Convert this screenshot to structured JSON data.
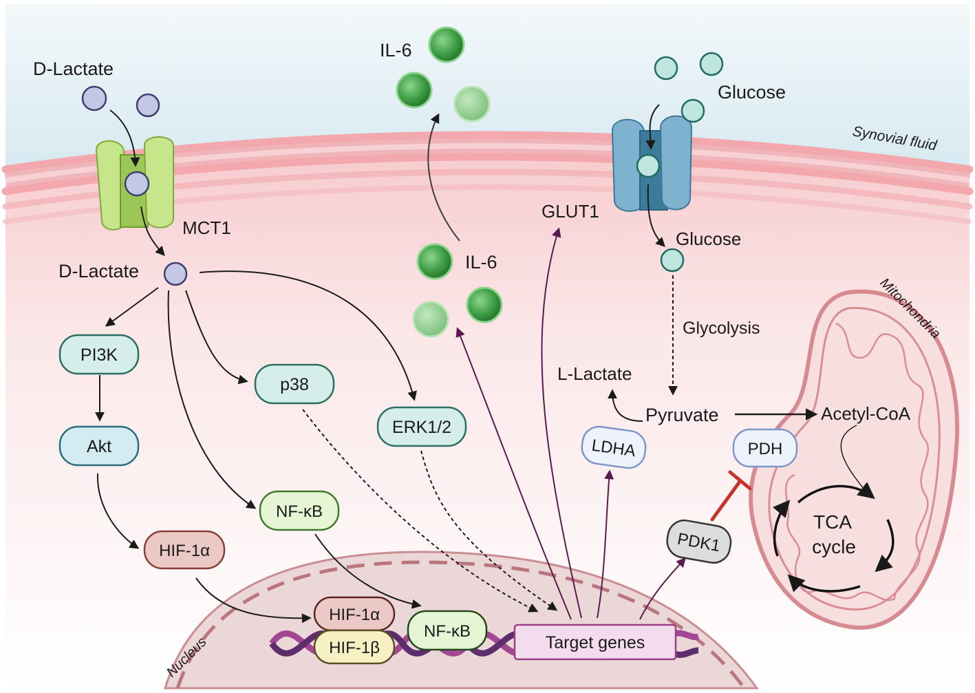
{
  "regions": {
    "extracellular": "Synovial fluid",
    "nucleus": "Nucleus",
    "mitochondria": "Mitochondria"
  },
  "molecules": {
    "d_lactate_out": "D-Lactate",
    "d_lactate_in": "D-Lactate",
    "il6_out": "IL-6",
    "il6_in": "IL-6",
    "glucose_out": "Glucose",
    "glucose_in": "Glucose",
    "l_lactate": "L-Lactate",
    "pyruvate": "Pyruvate",
    "acetyl_coa": "Acetyl-CoA",
    "glycolysis": "Glycolysis"
  },
  "transporters": {
    "mct1": "MCT1",
    "glut1": "GLUT1"
  },
  "nodes": {
    "pi3k": "PI3K",
    "akt": "Akt",
    "hif1a": "HIF-1α",
    "p38": "p38",
    "nfkb": "NF-κB",
    "erk": "ERK1/2",
    "ldha": "LDHA",
    "pdh": "PDH",
    "pdk1": "PDK1"
  },
  "nuclear": {
    "hif1a": "HIF-1α",
    "hif1b": "HIF-1β",
    "nfkb": "NF-κB",
    "target_genes": "Target genes"
  },
  "tca": {
    "line1": "TCA",
    "line2": "cycle"
  },
  "colors": {
    "fluid": "#dcedf2",
    "cytoplasm": "#f8e3e5",
    "membrane_head": "#f2a7ac",
    "teal_node": "#d5eeea",
    "teal_stroke": "#2b6e64",
    "mct1": "#c7e58b",
    "glut1": "#6fa8c8",
    "il6": "#3fa845",
    "purple_arrow": "#5b1a4f",
    "inhibit": "#c8322c"
  }
}
